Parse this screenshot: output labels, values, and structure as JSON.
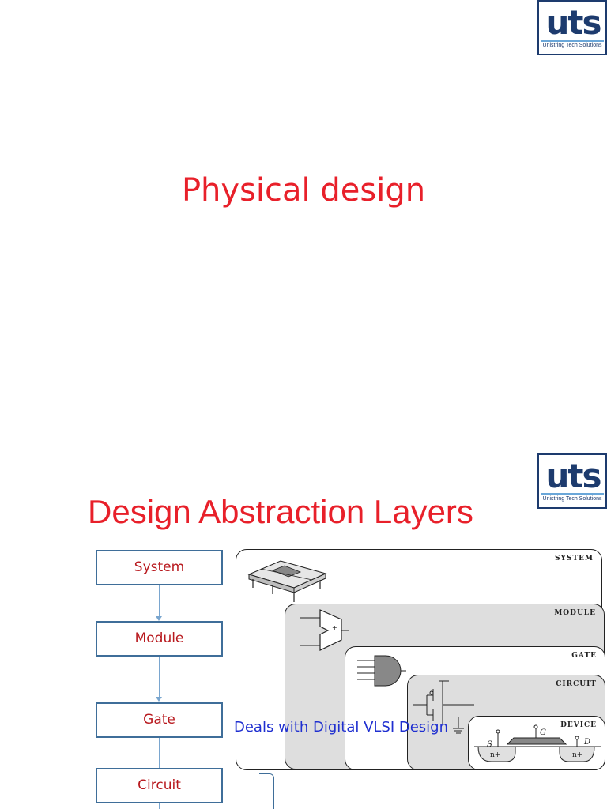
{
  "slide1": {
    "title": "Physical design",
    "logo": {
      "mark": "uts",
      "subtitle": "Unistring Tech Solutions"
    }
  },
  "slide2": {
    "title": "Design Abstraction Layers",
    "logo": {
      "mark": "uts",
      "subtitle": "Unistring Tech Solutions"
    },
    "flow": [
      "System",
      "Module",
      "Gate",
      "Circuit"
    ],
    "layers": [
      "SYSTEM",
      "MODULE",
      "GATE",
      "CIRCUIT",
      "DEVICE"
    ],
    "device_labels": {
      "source": "S",
      "gate": "G",
      "drain": "D",
      "doping_left": "n+",
      "doping_right": "n+"
    },
    "note": "Deals with Digital VLSI Design"
  },
  "colors": {
    "title": "#e8202a",
    "flow_text": "#b8191e",
    "note": "#1f2fd0",
    "logo": "#1d3b6e"
  }
}
